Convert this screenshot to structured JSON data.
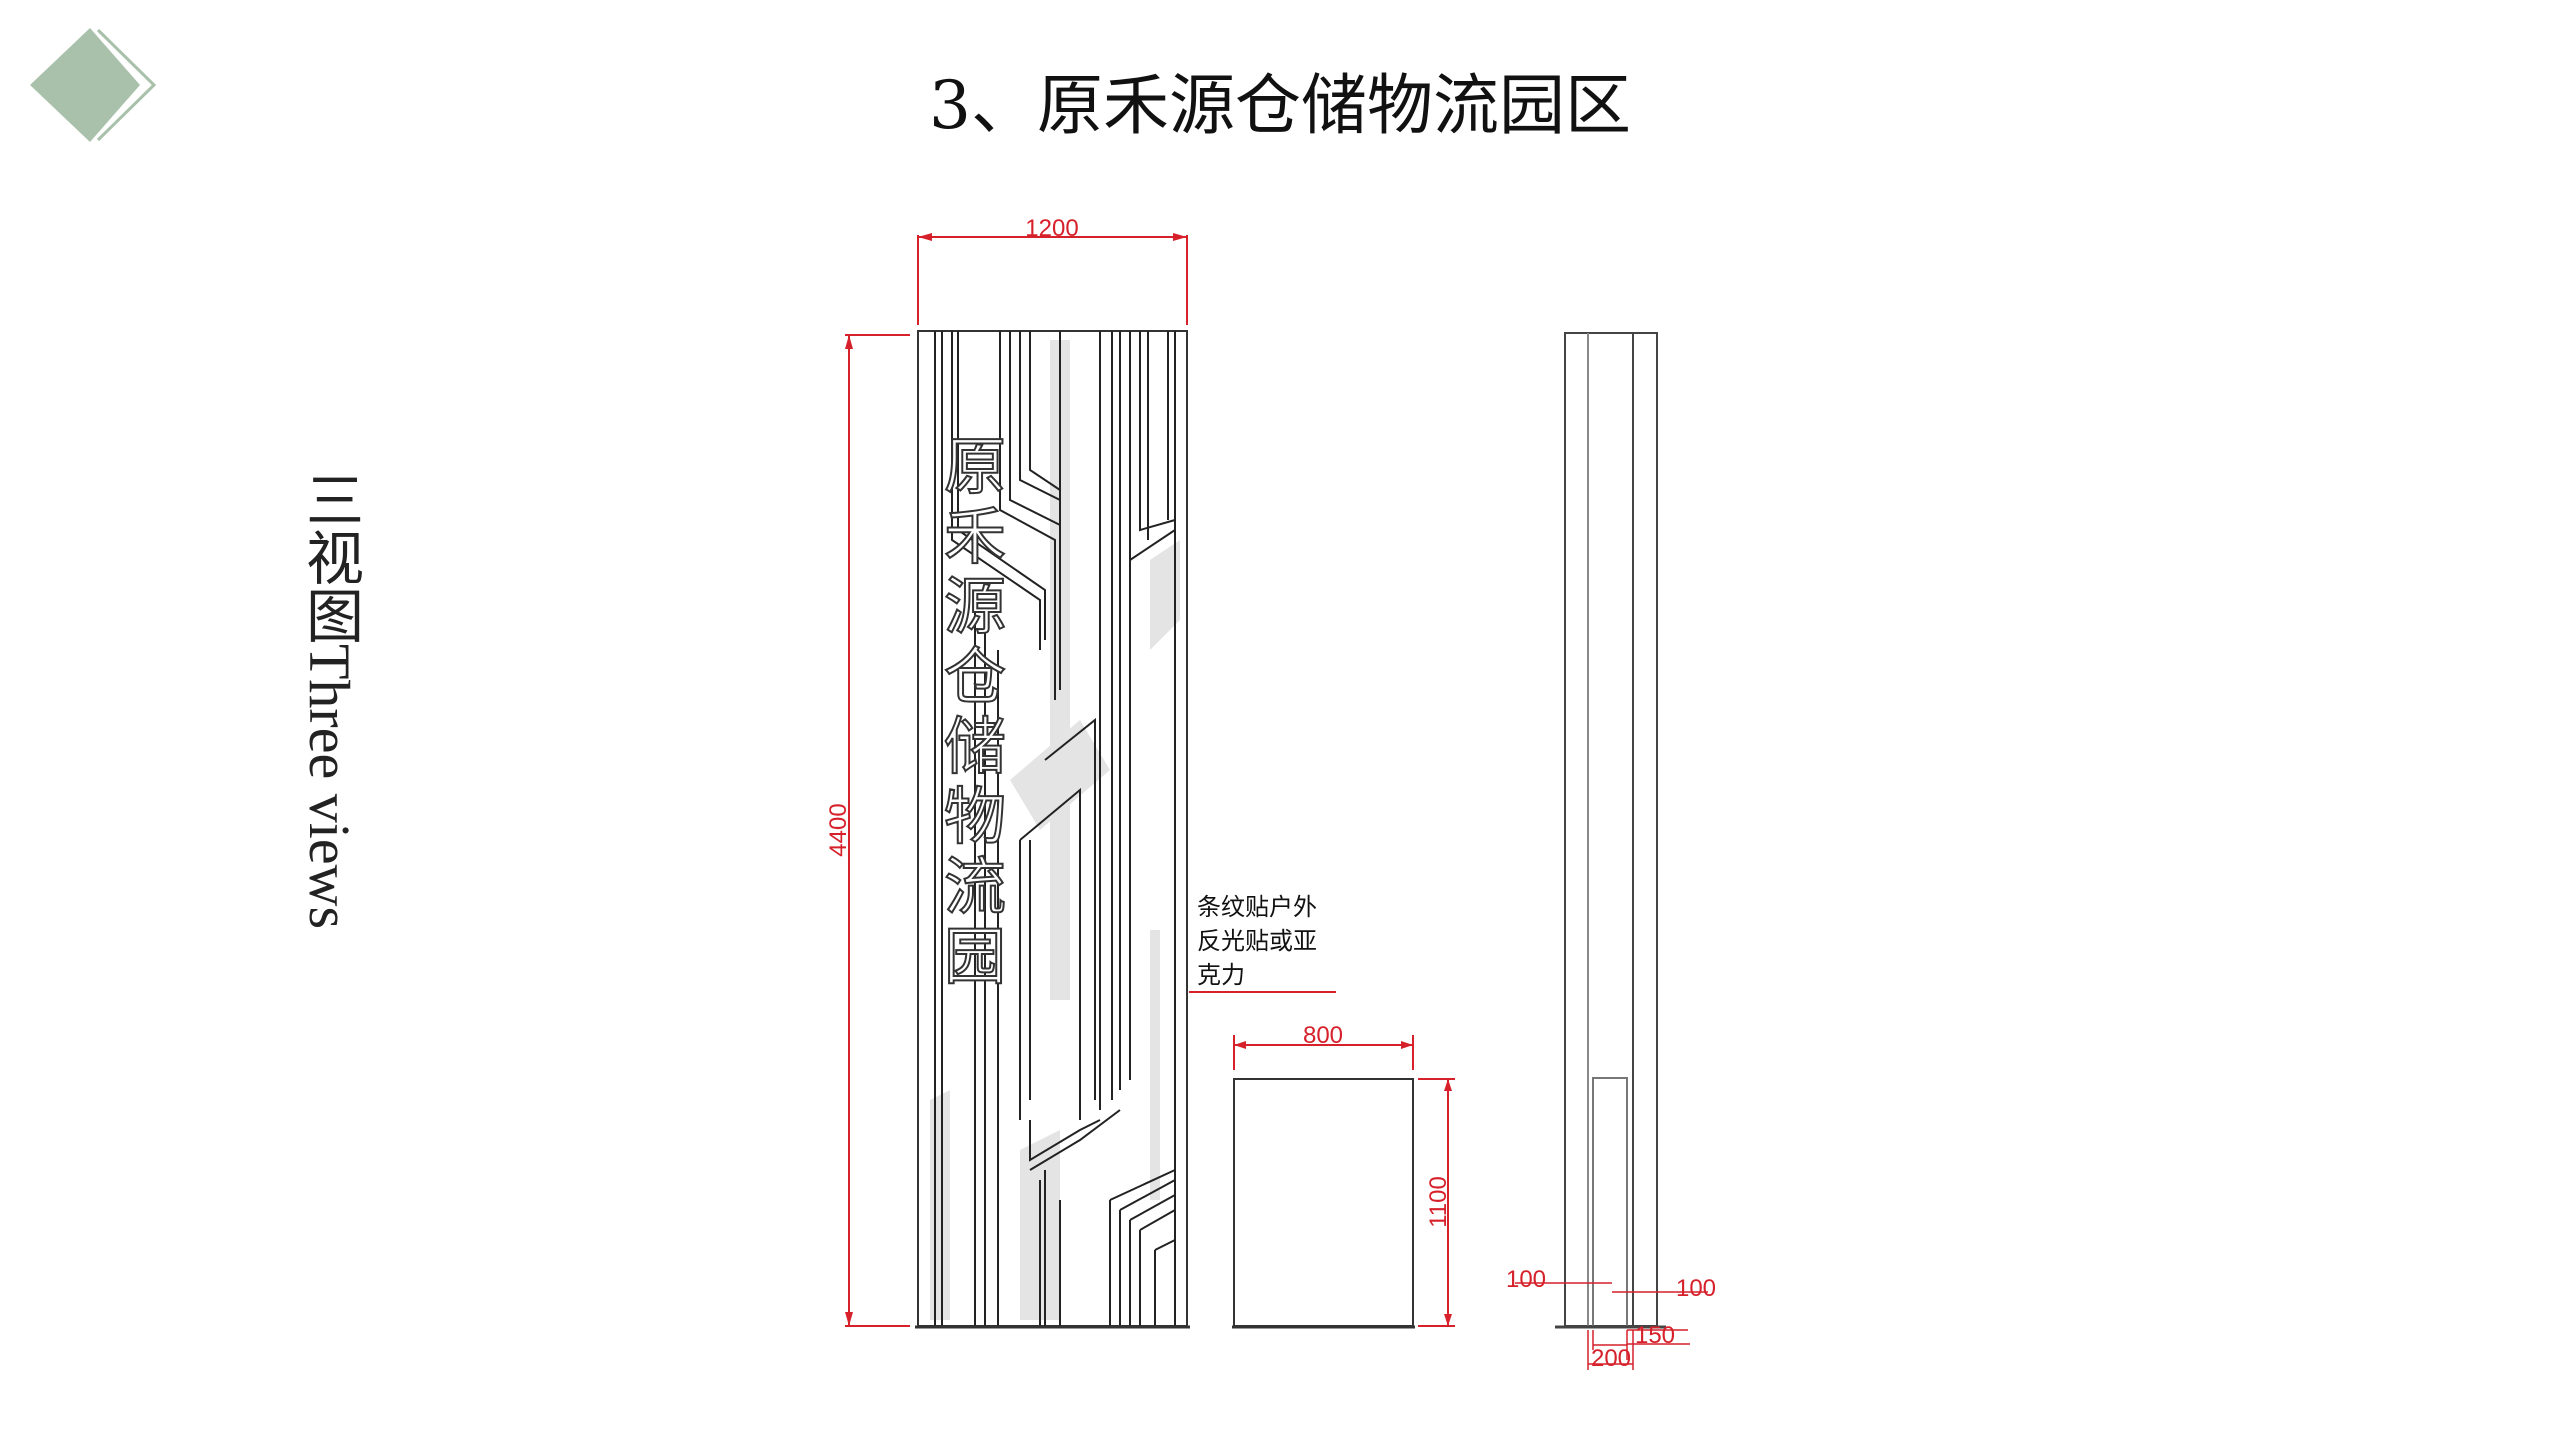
{
  "slide": {
    "title": "3、原禾源仓储物流园区",
    "side_title": "三视图Three views",
    "accent_color": "#a9c1ab"
  },
  "drawing": {
    "front_view": {
      "sign_text": [
        "原",
        "禾",
        "源",
        "仓",
        "储",
        "物",
        "流",
        "园"
      ],
      "width_dim": "1200",
      "height_dim": "4400"
    },
    "note": [
      "条纹贴户外",
      "反光贴或亚",
      "克力"
    ],
    "base_view": {
      "width_dim": "800",
      "height_dim": "1100"
    },
    "side_view": {
      "dim_left": "100",
      "dim_right": "100",
      "dim_150": "150",
      "dim_200": "200"
    },
    "dimension_color": "#d6202a"
  }
}
